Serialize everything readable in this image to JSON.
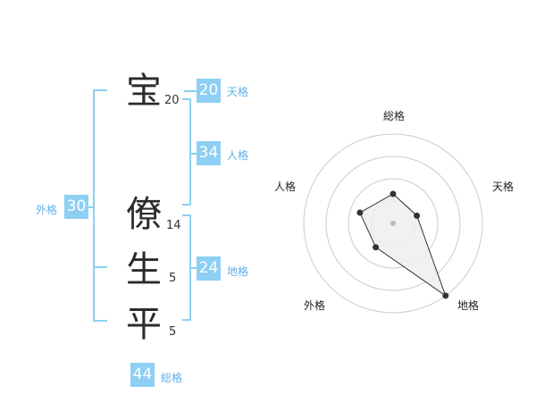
{
  "name": {
    "chars": [
      {
        "char": "宝",
        "strokes": "20"
      },
      {
        "char": "僚",
        "strokes": "14"
      },
      {
        "char": "生",
        "strokes": "5"
      },
      {
        "char": "平",
        "strokes": "5"
      }
    ]
  },
  "kaku": {
    "tenkaku": {
      "value": "20",
      "label": "天格"
    },
    "jinkaku": {
      "value": "34",
      "label": "人格"
    },
    "chikaku": {
      "value": "24",
      "label": "地格"
    },
    "gaikaku": {
      "value": "30",
      "label": "外格"
    },
    "soukaku": {
      "value": "44",
      "label": "総格"
    }
  },
  "chart_data": {
    "type": "radar",
    "axes": [
      "総格",
      "天格",
      "地格",
      "外格",
      "人格"
    ],
    "values": [
      0.33,
      0.28,
      1.0,
      0.33,
      0.39
    ],
    "rings": 4,
    "colors": {
      "ring": "#cccccc",
      "fill": "#eeeeee",
      "line": "#333333",
      "point": "#333333",
      "center": "#bbbbbb"
    }
  }
}
